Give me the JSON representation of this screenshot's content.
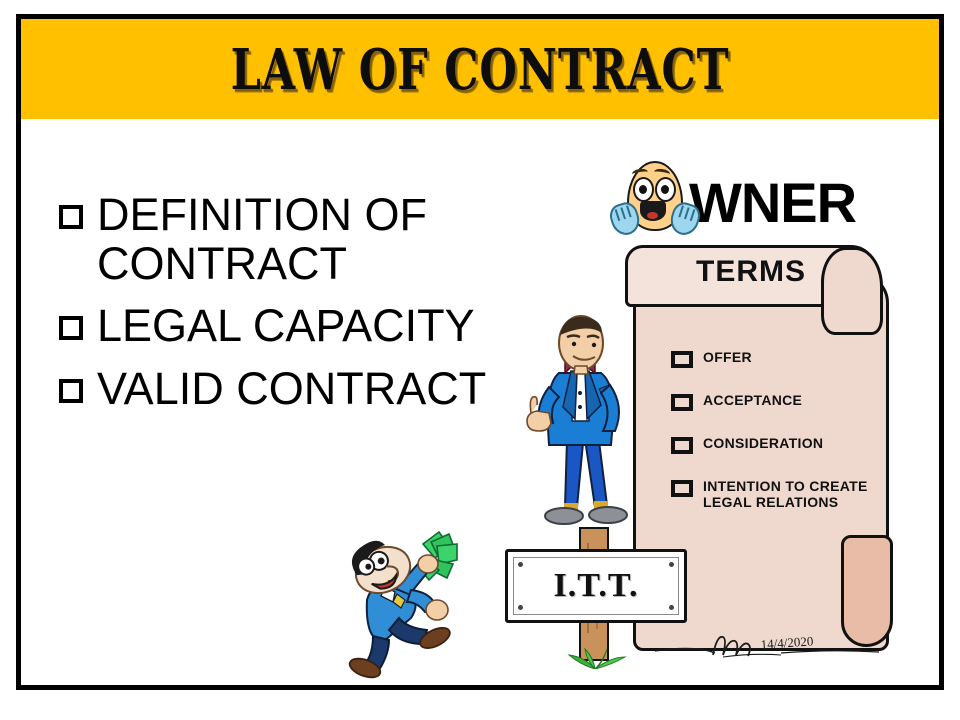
{
  "slide": {
    "title": "LAW OF CONTRACT",
    "title_bar_color": "#FFC000",
    "frame_color": "#000000",
    "background_color": "#FFFFFF"
  },
  "bullets": [
    {
      "marker": "box-bullet-icon",
      "text": "DEFINITION OF CONTRACT"
    },
    {
      "marker": "box-bullet-icon",
      "text": "LEGAL CAPACITY"
    },
    {
      "marker": "box-bullet-icon",
      "text": "VALID CONTRACT"
    }
  ],
  "owner": {
    "icon": "smiling-face-icon",
    "word": "WNER",
    "full_word": "OWNER"
  },
  "scroll": {
    "heading": "TERMS",
    "paper_color": "#EFD9CE",
    "roll_color": "#E8BCA6",
    "items": [
      {
        "checkbox": "unchecked-box-icon",
        "label": "OFFER"
      },
      {
        "checkbox": "unchecked-box-icon",
        "label": "ACCEPTANCE"
      },
      {
        "checkbox": "unchecked-box-icon",
        "label": "CONSIDERATION"
      },
      {
        "checkbox": "unchecked-box-icon",
        "label": "INTENTION TO CREATE LEGAL RELATIONS"
      }
    ],
    "signature_date": "14/4/2020"
  },
  "signpost": {
    "text": "I.T.T.",
    "post_color": "#C9925B",
    "board_color": "#FFFFFF"
  },
  "illustrations": {
    "businessman": "businessman-thumbs-up-icon",
    "cashman": "man-jumping-with-money-icon"
  }
}
